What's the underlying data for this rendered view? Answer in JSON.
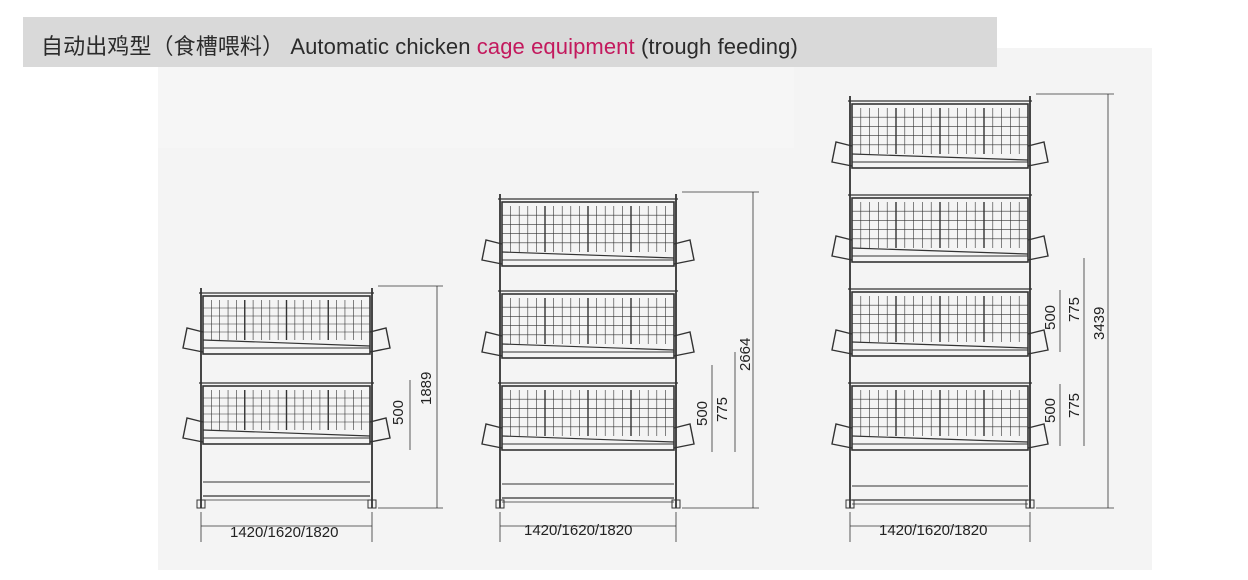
{
  "header": {
    "title_cn": "自动出鸡型（食槽喂料）",
    "title_en_prefix": "Automatic chicken ",
    "title_en_accent": "cage equipment",
    "title_en_suffix": " (trough feeding)",
    "accent_color": "#c3195d",
    "bar_color": "#d9d9d9"
  },
  "diagrams": [
    {
      "tiers": 2,
      "width_label": "1420/1620/1820",
      "dims": [
        "500",
        "1889"
      ]
    },
    {
      "tiers": 3,
      "width_label": "1420/1620/1820",
      "dims": [
        "500",
        "775",
        "2664"
      ]
    },
    {
      "tiers": 4,
      "width_label": "1420/1620/1820",
      "dims": [
        "500",
        "775",
        "500",
        "775",
        "3439"
      ]
    }
  ]
}
